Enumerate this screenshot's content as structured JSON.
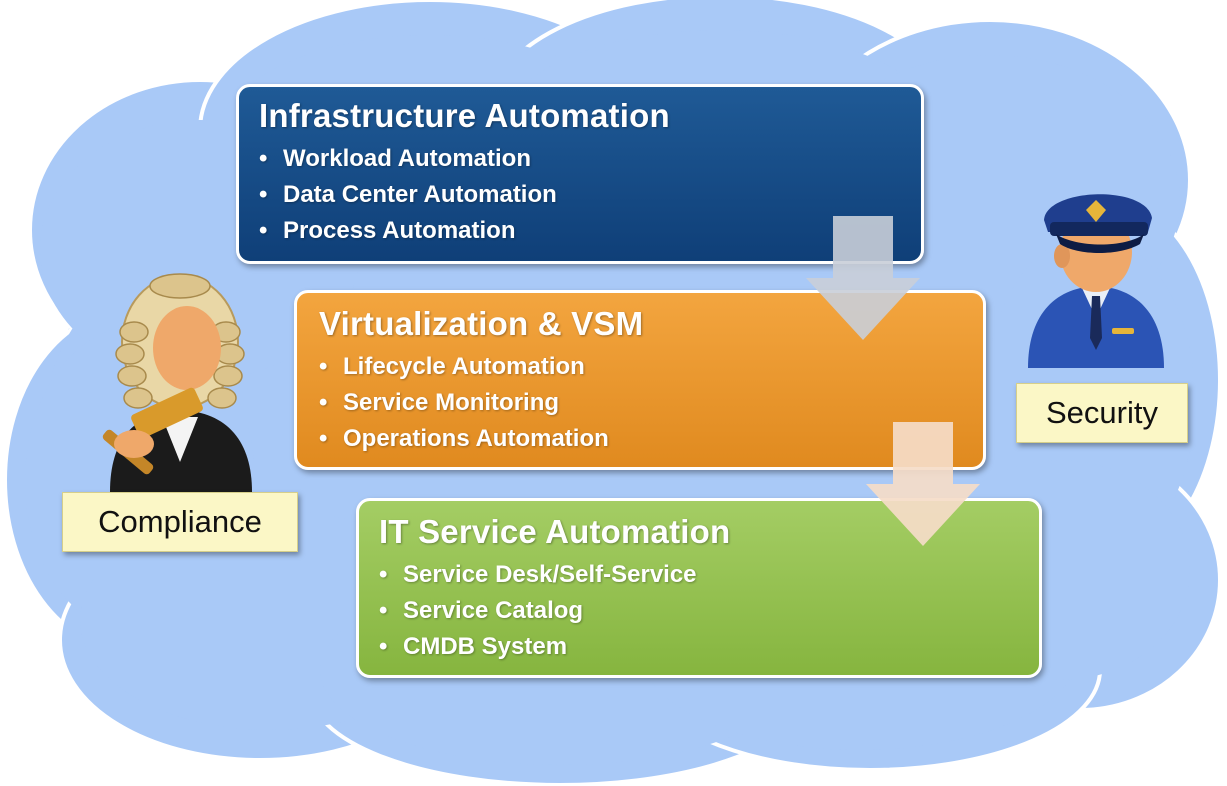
{
  "panels": {
    "infrastructure": {
      "title": "Infrastructure Automation",
      "items": [
        "Workload Automation",
        "Data Center Automation",
        "Process Automation"
      ],
      "color": "#1a4f8a"
    },
    "virtualization": {
      "title": "Virtualization & VSM",
      "items": [
        "Lifecycle Automation",
        "Service Monitoring",
        "Operations Automation"
      ],
      "color": "#ee9a30"
    },
    "it_service": {
      "title": "IT Service Automation",
      "items": [
        "Service Desk/Self-Service",
        "Service Catalog",
        "CMDB System"
      ],
      "color": "#97c251"
    }
  },
  "side_labels": {
    "compliance": "Compliance",
    "security": "Security"
  },
  "icons": {
    "left": "judge-icon",
    "right": "police-officer-icon",
    "flow": "down-arrow-icon"
  },
  "colors": {
    "cloud": "#a9c9f7",
    "cloud_outline": "#ffffff",
    "label_bg": "#fbf7c6"
  }
}
